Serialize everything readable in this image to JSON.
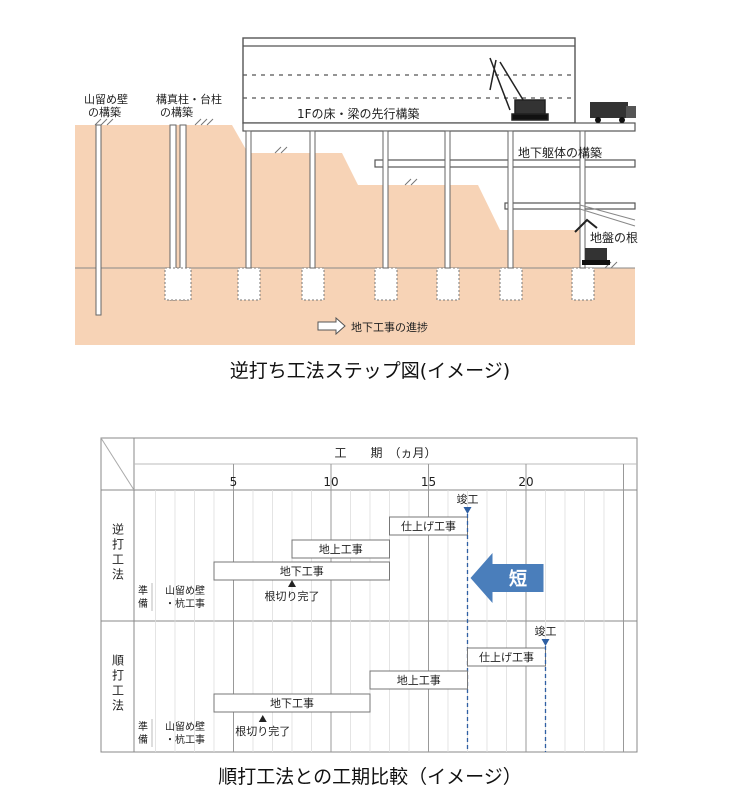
{
  "figure1": {
    "labels": {
      "retaining_wall_1": "山留め壁",
      "retaining_wall_2": "の構築",
      "columns_1": "構真柱・台柱",
      "columns_2": "の構築",
      "floor_1f": "1Fの床・梁の先行構築",
      "underground_body": "地下躯体の構築",
      "ground_excavation": "地盤の根",
      "progress": "地下工事の進捗"
    },
    "caption": "逆打ち工法ステップ図(イメージ)",
    "colors": {
      "soil": "#f7d3b6",
      "line": "#555555"
    }
  },
  "gantt": {
    "header": {
      "title": "工　　期　（ヵ月）"
    },
    "axis_ticks": [
      "5",
      "10",
      "15",
      "20"
    ],
    "sections": [
      {
        "name": "逆打工法",
        "tasks": [
          {
            "label": "山留め壁・杭工事",
            "line1": "山留め壁",
            "line2": "・杭工事",
            "start": 0,
            "end": 4
          },
          {
            "label": "地下工事",
            "start": 4,
            "end": 13
          },
          {
            "label": "地上工事",
            "start": 8,
            "end": 13
          },
          {
            "label": "仕上げ工事",
            "start": 13,
            "end": 17
          }
        ],
        "milestones": [
          {
            "label": "根切り完了",
            "at": 8
          },
          {
            "label": "竣工",
            "at": 17
          }
        ],
        "prep_label_1": "準",
        "prep_label_2": "備"
      },
      {
        "name": "順打工法",
        "tasks": [
          {
            "label": "山留め壁・杭工事",
            "line1": "山留め壁",
            "line2": "・杭工事",
            "start": 0,
            "end": 4
          },
          {
            "label": "地下工事",
            "start": 4,
            "end": 12
          },
          {
            "label": "地上工事",
            "start": 12,
            "end": 17
          },
          {
            "label": "仕上げ工事",
            "start": 17,
            "end": 21
          }
        ],
        "milestones": [
          {
            "label": "根切り完了",
            "at": 6.5
          },
          {
            "label": "竣工",
            "at": 21
          }
        ],
        "prep_label_1": "準",
        "prep_label_2": "備"
      }
    ],
    "shorten_label": "短",
    "colors": {
      "arrow": "#4a7ebb",
      "dashed": "#2e5fa3",
      "grid": "#cccccc"
    },
    "caption": "順打工法との工期比較（イメージ）"
  }
}
